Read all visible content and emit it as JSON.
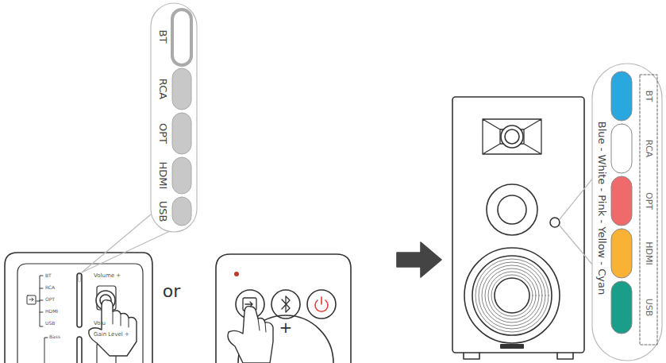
{
  "diagram": {
    "labels": [
      "BT",
      "RCA",
      "OPT",
      "HDMI",
      "USB",
      "BT",
      "RCA",
      "OPT",
      "HDMI",
      "USB",
      "Volume +",
      "Volu",
      "Gain Level +",
      "Bass",
      "or",
      "+",
      "Blue - White - Pink - Yellow - Cyan",
      "BT",
      "RCA",
      "OPT",
      "HDMI",
      "USB"
    ]
  }
}
